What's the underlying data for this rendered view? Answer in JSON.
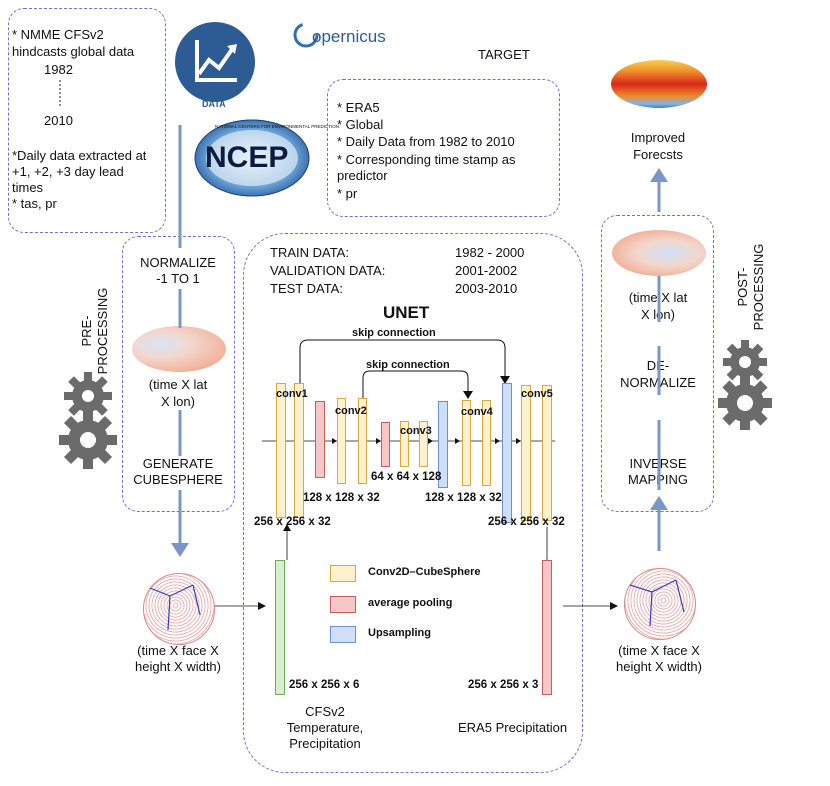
{
  "source_box": {
    "lines": [
      "* NMME CFSv2",
      "hindcasts global data",
      "1982",
      "2010",
      "*Daily data extracted at",
      "+1, +2, +3 day lead",
      "times",
      "* tas, pr"
    ]
  },
  "logos": {
    "data": "DATA",
    "copernicus": "opernicus",
    "ncep": "NCEP",
    "ncep_ring": "NATIONAL CENTERS FOR ENVIRONMENTAL PREDICTION"
  },
  "target": {
    "title": "TARGET",
    "lines": [
      "* ERA5",
      "* Global",
      "* Daily Data from 1982 to 2010",
      "* Corresponding time stamp as",
      "predictor",
      "* pr"
    ]
  },
  "output": {
    "improved": [
      "Improved",
      "Forecsts"
    ]
  },
  "pre": {
    "side_label": [
      "PRE-",
      "PROCESSING"
    ],
    "normalize": [
      "NORMALIZE",
      "-1 TO 1"
    ],
    "dims": [
      "(time X lat",
      "X lon)"
    ],
    "generate": [
      "GENERATE",
      "CUBESPHERE"
    ]
  },
  "post": {
    "side_label": [
      "POST-",
      "PROCESSING"
    ],
    "dims": [
      "(time X lat",
      "X lon)"
    ],
    "denorm": [
      "DE-",
      "NORMALIZE"
    ],
    "inverse": [
      "INVERSE",
      "MAPPING"
    ]
  },
  "split": {
    "rows": [
      {
        "label": "TRAIN DATA:",
        "value": "1982 - 2000"
      },
      {
        "label": "VALIDATION DATA:",
        "value": "2001-2002"
      },
      {
        "label": "TEST DATA:",
        "value": "2003-2010"
      }
    ]
  },
  "unet": {
    "title": "UNET",
    "skip1": "skip connection",
    "skip2": "skip connection",
    "conv1": "conv1",
    "conv2": "conv2",
    "conv3": "conv3",
    "conv4": "conv4",
    "conv5": "conv5",
    "dim_256_left": "256 x 256 x 32",
    "dim_128_left": "128 x 128 x 32",
    "dim_64": "64 x 64 x 128",
    "dim_128_right": "128 x 128 x 32",
    "dim_256_right": "256 x 256 x 32",
    "input_dim": "256 x 256 x 6",
    "output_dim": "256 x 256 x 3",
    "input_label": [
      "CFSv2",
      "Temperature,",
      "Precipitation"
    ],
    "output_label": "ERA5 Precipitation"
  },
  "legend": [
    {
      "label": "Conv2D–CubeSphere",
      "color": "#fdf1cf"
    },
    {
      "label": "average pooling",
      "color": "#f6c7c7"
    },
    {
      "label": "Upsampling",
      "color": "#cfdff7"
    }
  ],
  "cube_left": [
    "(time X face X",
    "height X width)"
  ],
  "cube_right": [
    "(time X face X",
    "height X width)"
  ],
  "colors": {
    "box_border": "#6f6fd8",
    "arrow_blue": "#7b95c9",
    "gear": "#6b6b6b",
    "logo_blue": "#2d5b94"
  }
}
